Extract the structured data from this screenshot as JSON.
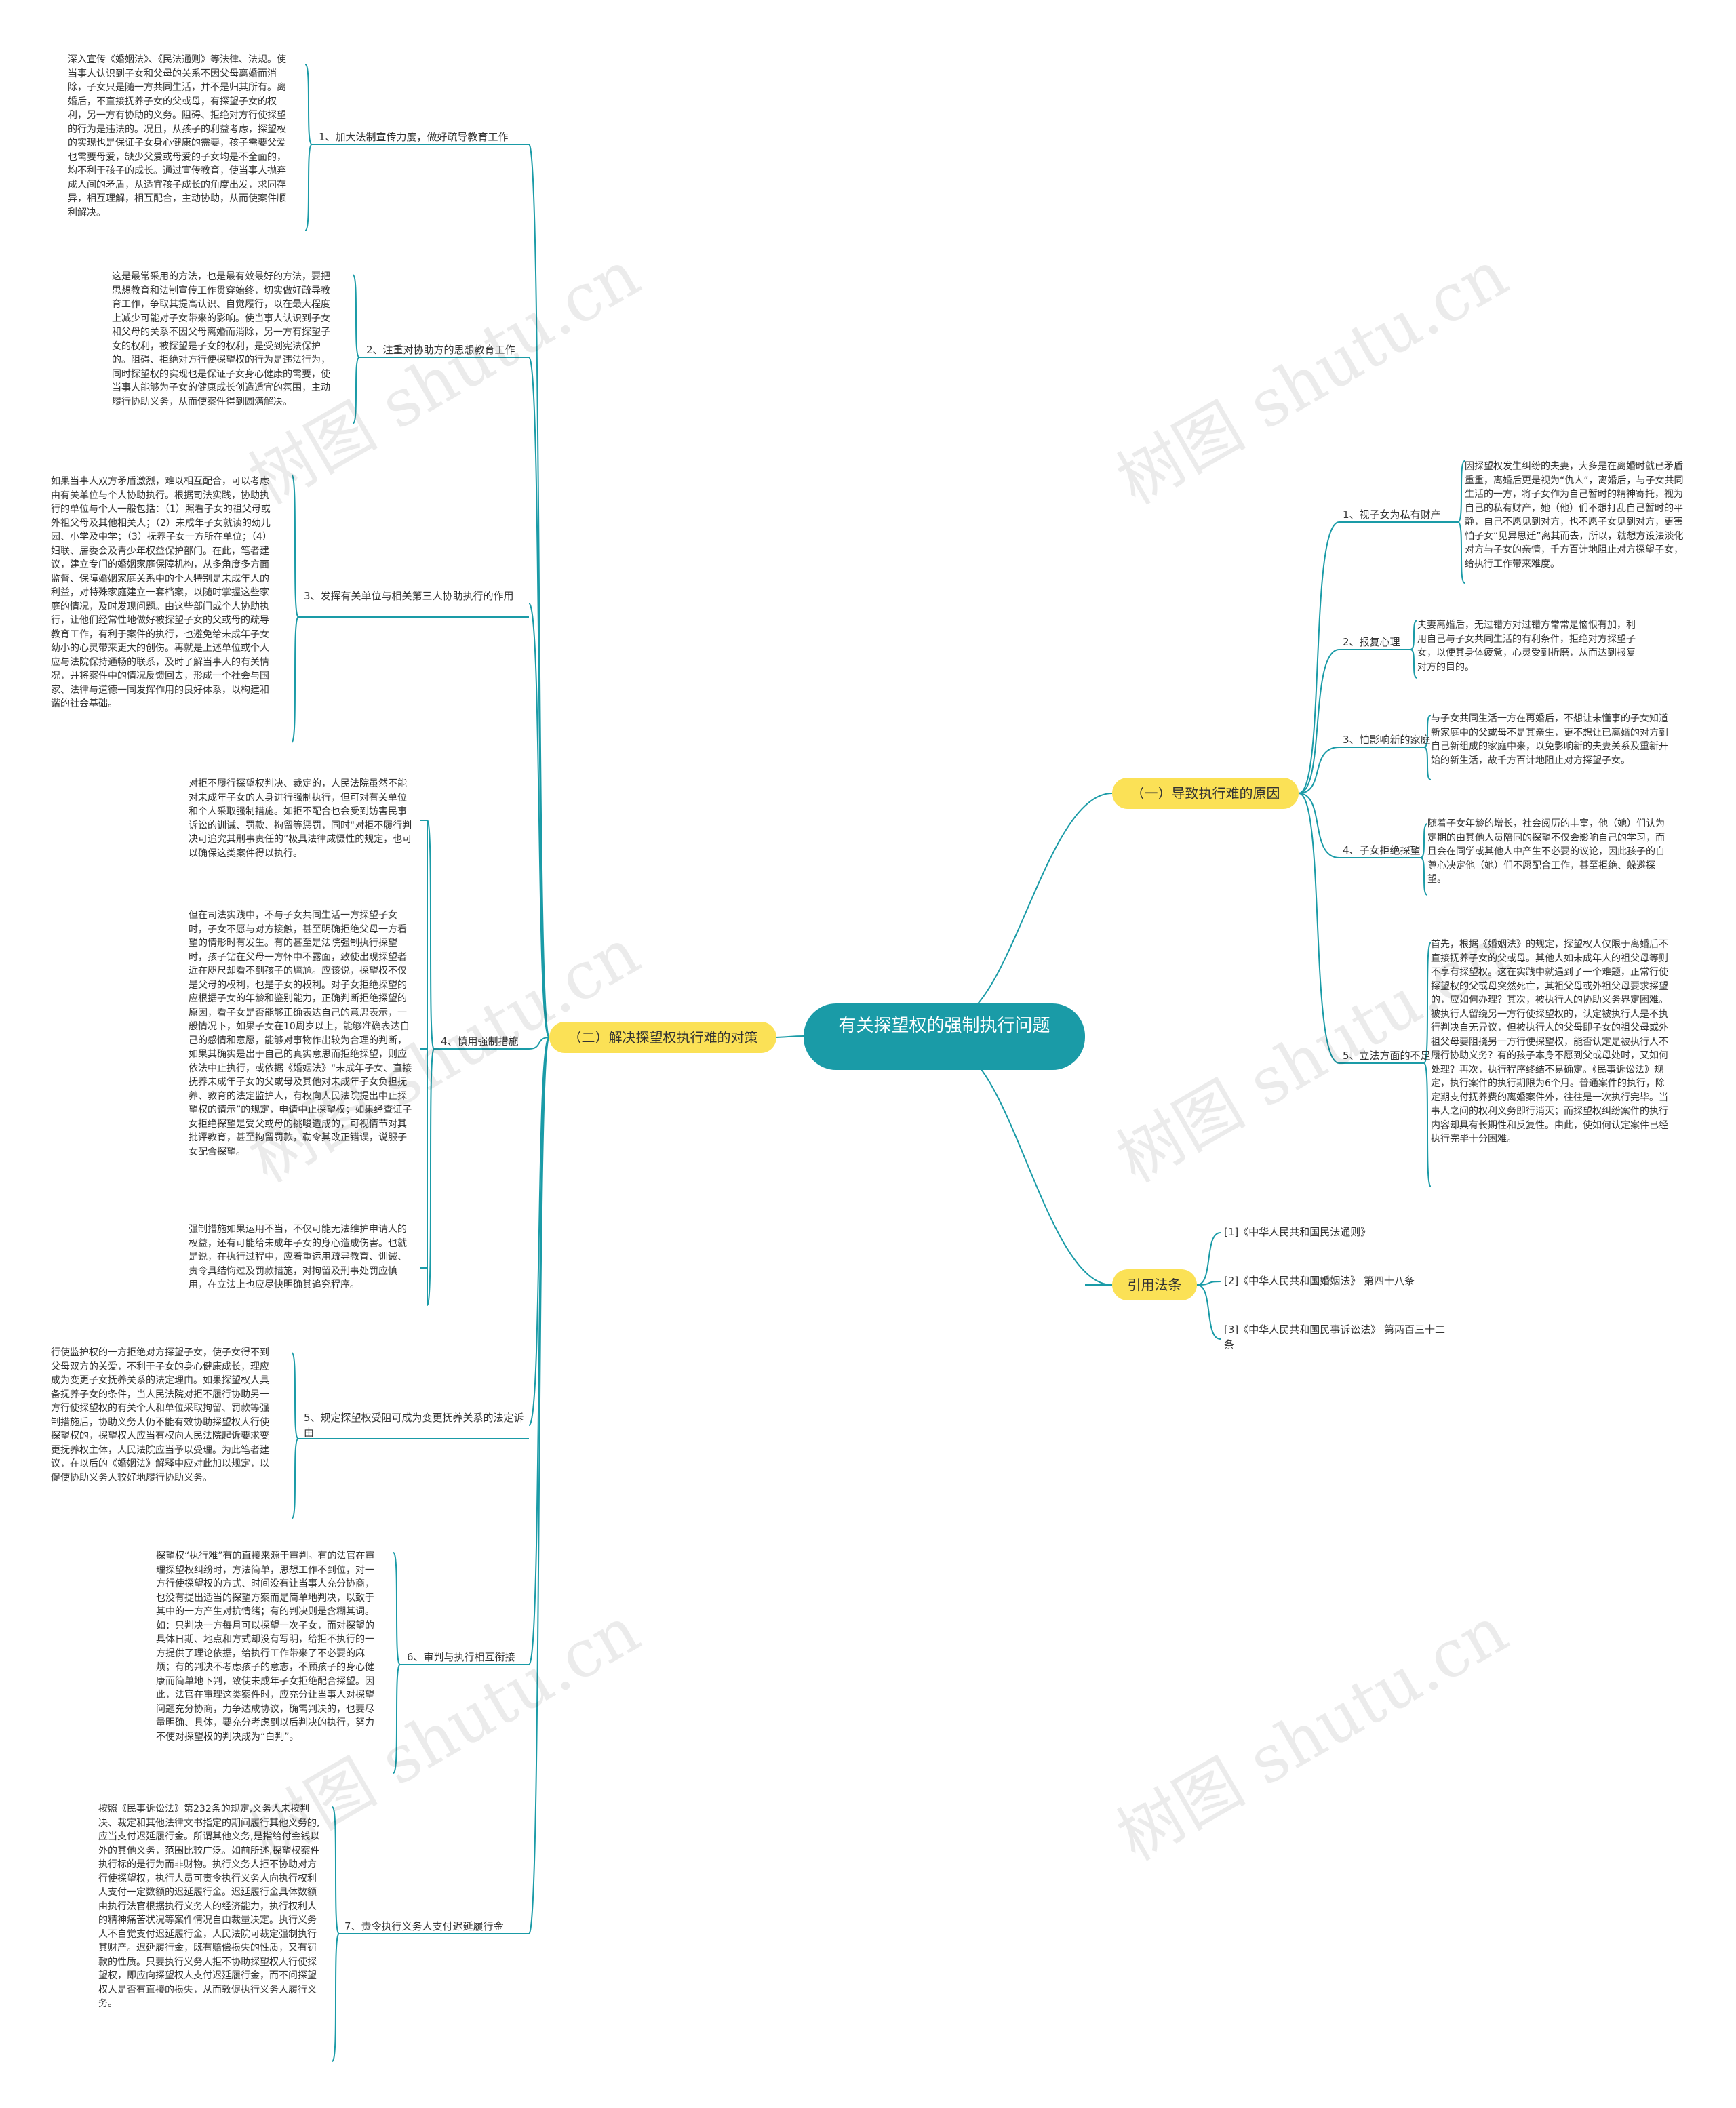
{
  "root": {
    "title": "有关探望权的强制执行问题"
  },
  "branches": {
    "b1": {
      "label": "（一）导致执行难的原因"
    },
    "b2": {
      "label": "（二）解决探望权执行难的对策"
    },
    "b3": {
      "label": "引用法条"
    }
  },
  "causes": [
    {
      "label": "1、视子女为私有财产",
      "text": "因探望权发生纠纷的夫妻，大多是在离婚时就已矛盾重重，离婚后更是视为“仇人”，离婚后，与子女共同生活的一方，将子女作为自己暂时的精神寄托，视为自己的私有财产，她（他）们不想打乱自己暂时的平静，自己不愿见到对方，也不愿子女见到对方，更害怕子女“见异思迁”离其而去，所以，就想方设法淡化对方与子女的亲情，千方百计地阻止对方探望子女，给执行工作带来难度。"
    },
    {
      "label": "2、报复心理",
      "text": "夫妻离婚后，无过错方对过错方常常是恼恨有加，利用自己与子女共同生活的有利条件，拒绝对方探望子女，以使其身体疲惫，心灵受到折磨，从而达到报复对方的目的。"
    },
    {
      "label": "3、怕影响新的家庭",
      "text": "与子女共同生活一方在再婚后，不想让未懂事的子女知道新家庭中的父或母不是其亲生，更不想让已离婚的对方到自己新组成的家庭中来，以免影响新的夫妻关系及重新开始的新生活，故千方百计地阻止对方探望子女。"
    },
    {
      "label": "4、子女拒绝探望",
      "text": "随着子女年龄的增长，社会阅历的丰富，他（她）们认为定期的由其他人员陪同的探望不仅会影响自己的学习，而且会在同学或其他人中产生不必要的议论，因此孩子的自尊心决定他（她）们不愿配合工作，甚至拒绝、躲避探望。"
    },
    {
      "label": "5、立法方面的不足",
      "text": "首先，根据《婚姻法》的规定，探望权人仅限于离婚后不直接抚养子女的父或母。其他人如未成年人的祖父母等则不享有探望权。这在实践中就遇到了一个难题，正常行使探望权的父或母突然死亡，其祖父母或外祖父母要求探望的，应如何办理？其次，被执行人的协助义务界定困难。被执行人留绕另一方行使探望权的，认定被执行人是不执行判决自无异议，但被执行人的父母即子女的祖父母或外祖父母要阻挠另一方行使探望权，能否认定是被执行人不履行协助义务？有的孩子本身不愿到父或母处时，又如何处理？再次，执行程序终结不易确定。《民事诉讼法》规定，执行案件的执行期限为6个月。普通案件的执行，除定期支付抚养费的离婚案件外，往往是一次执行完毕。当事人之间的权利义务即行消灭；而探望权纠纷案件的执行内容却具有长期性和反复性。由此，使如何认定案件已经执行完毕十分困难。"
    }
  ],
  "measures": [
    {
      "label": "1、加大法制宣传力度，做好疏导教育工作",
      "text": "深入宣传《婚姻法》、《民法通则》等法律、法规。使当事人认识到子女和父母的关系不因父母离婚而消除，子女只是随一方共同生活，并不是归其所有。离婚后，不直接抚养子女的父或母，有探望子女的权利，另一方有协助的义务。阻碍、拒绝对方行使探望的行为是违法的。况且，从孩子的利益考虑，探望权的实现也是保证子女身心健康的需要，孩子需要父爱也需要母爱，缺少父爱或母爱的子女均是不全面的，均不利于孩子的成长。通过宣传教育，使当事人抛弃成人间的矛盾，从适宜孩子成长的角度出发，求同存异，相互理解，相互配合，主动协助，从而使案件顺利解决。"
    },
    {
      "label": "2、注重对协助方的思想教育工作",
      "text": "这是最常采用的方法，也是最有效最好的方法，要把思想教育和法制宣传工作贯穿始终，切实做好疏导教育工作，争取其提高认识、自觉履行，以在最大程度上减少可能对子女带来的影响。使当事人认识到子女和父母的关系不因父母离婚而消除，另一方有探望子女的权利，被探望是子女的权利，是受到宪法保护的。阻碍、拒绝对方行使探望权的行为是违法行为，同时探望权的实现也是保证子女身心健康的需要，使当事人能够为子女的健康成长创造适宜的氛围，主动履行协助义务，从而使案件得到圆满解决。"
    },
    {
      "label": "3、发挥有关单位与相关第三人协助执行的作用",
      "text": "如果当事人双方矛盾激烈，难以相互配合，可以考虑由有关单位与个人协助执行。根据司法实践，协助执行的单位与个人一般包括：（1）照看子女的祖父母或外祖父母及其他相关人；（2）未成年子女就读的幼儿园、小学及中学；（3）抚养子女一方所在单位；（4）妇联、居委会及青少年权益保护部门。在此，笔者建议，建立专门的婚姻家庭保障机构，从多角度多方面监督、保障婚姻家庭关系中的个人特别是未成年人的利益，对特殊家庭建立一套档案，以随时掌握这些家庭的情况，及时发现问题。由这些部门或个人协助执行，让他们经常性地做好被探望子女的父或母的疏导教育工作，有利于案件的执行，也避免给未成年子女幼小的心灵带来更大的创伤。再就是上述单位或个人应与法院保持通畅的联系，及时了解当事人的有关情况，并将案件中的情况反馈回去，形成一个社会与国家、法律与道德一同发挥作用的良好体系，以构建和谐的社会基础。"
    },
    {
      "label": "4、慎用强制措施",
      "paragraphs": [
        "对拒不履行探望权判决、裁定的，人民法院虽然不能对未成年子女的人身进行强制执行，但可对有关单位和个人采取强制措施。如拒不配合也会受到妨害民事诉讼的训诫、罚款、拘留等惩罚，同时“对拒不履行判决可追究其刑事责任的”极具法律威慑性的规定，也可以确保这类案件得以执行。",
        "但在司法实践中，不与子女共同生活一方探望子女时，子女不愿与对方接触，甚至明确拒绝父母一方看望的情形时有发生。有的甚至是法院强制执行探望时，孩子钻在父母一方怀中不露面，致使出现探望者近在咫尺却看不到孩子的尴尬。应该说，探望权不仅是父母的权利，也是子女的权利。对子女拒绝探望的应根据子女的年龄和鉴别能力，正确判断拒绝探望的原因，看子女是否能够正确表达自己的意思表示，一般情况下，如果子女在10周岁以上，能够准确表达自己的感情和意愿，能够对事物作出较为合理的判断，如果其确实是出于自己的真实意思而拒绝探望，则应依法中止执行，或依据《婚姻法》“未成年子女、直接抚养未成年子女的父或母及其他对未成年子女负担抚养、教育的法定监护人，有权向人民法院提出中止探望权的请示”的规定，申请中止探望权；如果经查证子女拒绝探望是受父或母的挑唆造成的，可视情节对其批评教育，甚至拘留罚款，勒令其改正错误，说服子女配合探望。",
        "强制措施如果运用不当，不仅可能无法维护申请人的权益，还有可能给未成年子女的身心造成伤害。也就是说，在执行过程中，应着重运用疏导教育、训诫、责令具结悔过及罚款措施，对拘留及刑事处罚应慎用，在立法上也应尽快明确其追究程序。"
      ]
    },
    {
      "label": "5、规定探望权受阻可成为变更抚养关系的法定诉由",
      "text": "行使监护权的一方拒绝对方探望子女，使子女得不到父母双方的关爱，不利于子女的身心健康成长，理应成为变更子女抚养关系的法定理由。如果探望权人具备抚养子女的条件，当人民法院对拒不履行协助另一方行使探望权的有关个人和单位采取拘留、罚款等强制措施后，协助义务人仍不能有效协助探望权人行使探望权的，探望权人应当有权向人民法院起诉要求变更抚养权主体，人民法院应当予以受理。为此笔者建议，在以后的《婚姻法》解释中应对此加以规定，以促使协助义务人较好地履行协助义务。"
    },
    {
      "label": "6、审判与执行相互衔接",
      "text": "探望权“执行难”有的直接来源于审判。有的法官在审理探望权纠纷时，方法简单，思想工作不到位，对一方行使探望权的方式、时间没有让当事人充分协商，也没有提出适当的探望方案而是简单地判决，以致于其中的一方产生对抗情绪；有的判决则是含糊其词。如：只判决一方每月可以探望一次子女，而对探望的具体日期、地点和方式却没有写明，给拒不执行的一方提供了理论依据，给执行工作带来了不必要的麻烦；有的判决不考虑孩子的意志，不顾孩子的身心健康而简单地下判，致使未成年子女拒绝配合探望。因此，法官在审理这类案件时，应充分让当事人对探望问题充分协商，力争达成协议，确需判决的，也要尽量明确、具体，要充分考虑到以后判决的执行，努力不使对探望权的判决成为“白判”。"
    },
    {
      "label": "7、责令执行义务人支付迟延履行金",
      "text": "按照《民事诉讼法》第232条的规定,义务人未按判决、裁定和其他法律文书指定的期间履行其他义务的,应当支付迟延履行金。所谓其他义务,是指给付金钱以外的其他义务，范围比较广泛。如前所述,探望权案件执行标的是行为而非财物。执行义务人拒不协助对方行使探望权，执行人员可责令执行义务人向执行权利人支付一定数额的迟延履行金。迟延履行金具体数额由执行法官根据执行义务人的经济能力，执行权利人的精神痛苦状况等案件情况自由裁量决定。执行义务人不自觉支付迟延履行金，人民法院可裁定强制执行其财产。迟延履行金，既有赔偿损失的性质，又有罚款的性质。只要执行义务人拒不协助探望权人行使探望权，即应向探望权人支付迟延履行金，而不问探望权人是否有直接的损失，从而敦促执行义务人履行义务。"
    }
  ],
  "laws": [
    {
      "label": "[1]《中华人民共和国民法通则》"
    },
    {
      "label": "[2]《中华人民共和国婚姻法》 第四十八条"
    },
    {
      "label": "[3]《中华人民共和国民事诉讼法》 第两百三十二条"
    }
  ],
  "watermark": {
    "text": "树图 shutu.cn"
  },
  "colors": {
    "root": "#1a9ba7",
    "branch": "#fbe156",
    "link": "#1a9ba7"
  }
}
